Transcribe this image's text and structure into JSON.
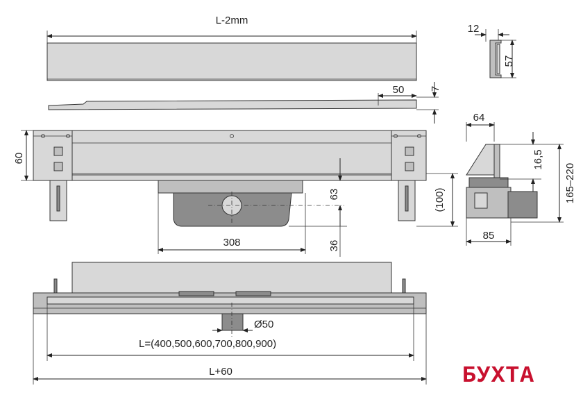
{
  "dimensions": {
    "top_length": "L-2mm",
    "lip_width": "50",
    "lip_height": "7",
    "profile_width": "12",
    "profile_height": "57",
    "frame_height": "60",
    "body_width": "308",
    "outlet_axis": "63",
    "outlet_depth": "36",
    "side_height": "(100)",
    "side_width_top": "64",
    "side_width_bottom": "85",
    "side_offset": "16,5",
    "side_range": "165–220",
    "outlet_diameter": "Ø50",
    "length_options": "L=(400,500,600,700,800,900)",
    "total_length": "L+60"
  },
  "watermark": "БУХТА",
  "colors": {
    "line": "#222222",
    "steel": "#d8d8d8",
    "logo": "#c8102e"
  }
}
